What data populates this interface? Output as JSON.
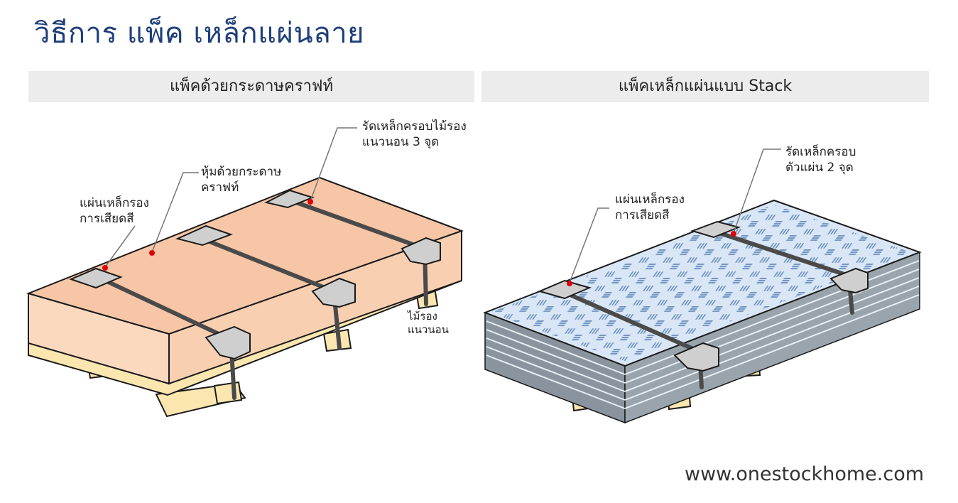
{
  "title": "วิธีการ แพ็ค เหล็กแผ่นลาย",
  "panels": {
    "left": {
      "header": "แพ็คด้วยกระดาษคราฟท์",
      "callouts": {
        "strap": [
          "รัดเหล็กครอบไม้รอง",
          "แนวนอน 3 จุด"
        ],
        "wrap": [
          "หุ้มด้วยกระดาษ",
          "คราฟท์"
        ],
        "protector": [
          "แผ่นเหล็กรอง",
          "การเสียดสี"
        ],
        "skid": [
          "ไม้รอง",
          "แนวนอน"
        ]
      }
    },
    "right": {
      "header": "แพ็คเหล็กแผ่นแบบ Stack",
      "callouts": {
        "strap": [
          "รัดเหล็กครอบ",
          "ตัวแผ่น 2 จุด"
        ],
        "protector": [
          "แผ่นเหล็กรอง",
          "การเสียดสี"
        ]
      }
    }
  },
  "footer": "www.onestockhome.com",
  "colors": {
    "title": "#1f3f7a",
    "kraft_top": "#f6c6a6",
    "kraft_side": "#fbd9bf",
    "wood": "#fbe6b0",
    "steel_top": "#d9e6f5",
    "strap": "#4a4a4a",
    "marker": "#e0000b"
  }
}
